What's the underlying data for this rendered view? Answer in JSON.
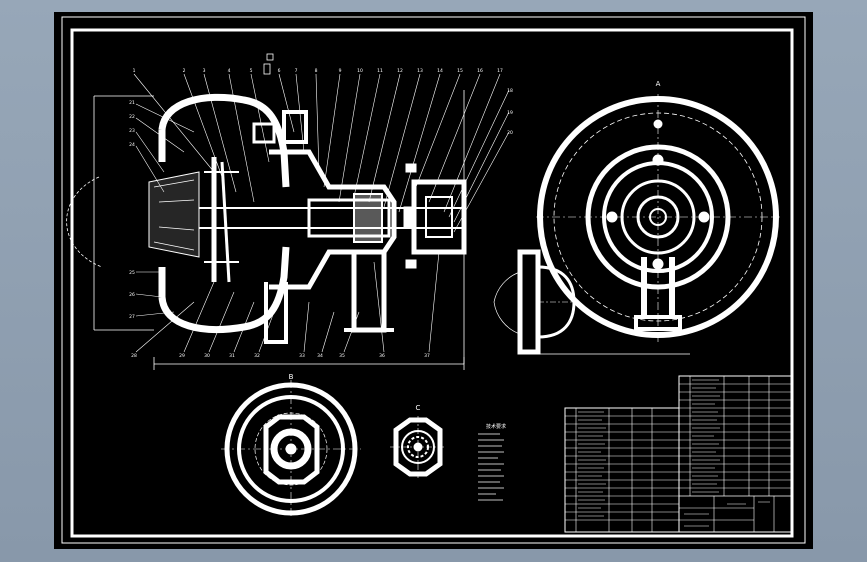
{
  "drawing": {
    "colors": {
      "desktop": "#8f9fb1",
      "paper": "#000000",
      "line": "#ffffff"
    },
    "views": [
      {
        "name": "main-section",
        "label": ""
      },
      {
        "name": "end-view",
        "label": "A"
      },
      {
        "name": "wheel-detail",
        "label": "B"
      },
      {
        "name": "gear-detail",
        "label": "C"
      }
    ],
    "balloons": {
      "top": [
        "1",
        "2",
        "3",
        "4",
        "5",
        "6",
        "7",
        "8",
        "9",
        "10",
        "11",
        "12",
        "13",
        "14",
        "15",
        "16",
        "17",
        "18",
        "19",
        "20"
      ],
      "left": [
        "21",
        "22",
        "23",
        "24",
        "25",
        "26",
        "27"
      ],
      "bottom": [
        "28",
        "29",
        "30",
        "31",
        "32",
        "33",
        "34",
        "35",
        "36",
        "37"
      ]
    },
    "notes_title": "技术要求"
  }
}
